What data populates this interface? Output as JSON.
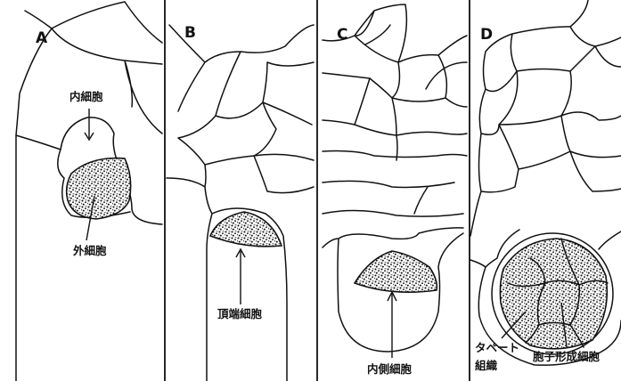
{
  "panels": [
    {
      "letter": "A",
      "labels": [
        "内細胞",
        "外細胞"
      ]
    },
    {
      "letter": "B",
      "labels": [
        "頂端細胞"
      ]
    },
    {
      "letter": "C",
      "labels": [
        "内側細胞"
      ]
    },
    {
      "letter": "D",
      "labels": [
        "タペート",
        "組織",
        "胞子形成細胞"
      ]
    }
  ],
  "colors": {
    "ink": "#111111",
    "background": "#ffffff"
  }
}
